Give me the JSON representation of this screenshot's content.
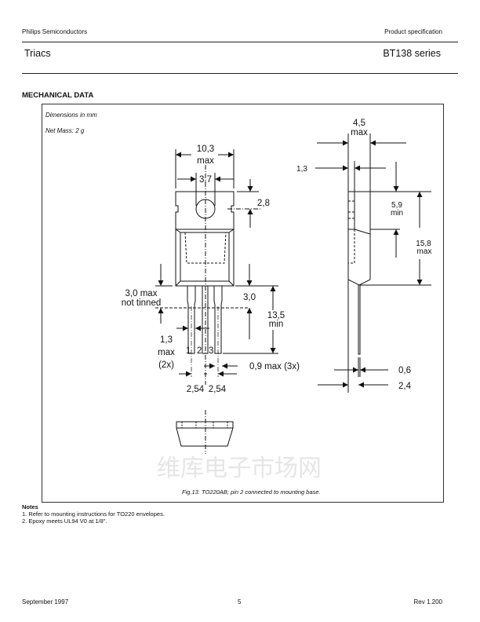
{
  "header": {
    "company": "Philips Semiconductors",
    "doc_type": "Product specification",
    "product_family": "Triacs",
    "series": "BT138 series"
  },
  "section_title": "MECHANICAL DATA",
  "figure": {
    "dimensions_note": "Dimensions in mm",
    "net_mass": "Net Mass: 2 g",
    "caption": "Fig.13.  TO220AB; pin 2 connected to mounting base.",
    "watermark": "维库电子市场网",
    "front": {
      "width_val": "10,3",
      "width_unit": "max",
      "hole_val": "3,7",
      "hole_offset": "2,8",
      "not_tinned_val": "3,0 max",
      "not_tinned_label": "not tinned",
      "lead_shoulder": "3,0",
      "lead_len_val": "13,5",
      "lead_len_unit": "min",
      "lead_w_val": "1,3",
      "lead_w_unit": "max",
      "lead_w_count": "(2x)",
      "lead_thin": "0,9 max (3x)",
      "pitch1": "2,54",
      "pitch2": "2,54",
      "pins": [
        "1",
        "2",
        "3"
      ]
    },
    "side": {
      "thick_val": "4,5",
      "thick_unit": "max",
      "tab_thick": "1,3",
      "tab_h_val": "5,9",
      "tab_h_unit": "min",
      "body_h_val": "15,8",
      "body_h_unit": "max",
      "lead_thick": "0,6",
      "lead_offset": "2,4"
    }
  },
  "notes": {
    "title": "Notes",
    "items": [
      "1. Refer to mounting instructions for TO220 envelopes.",
      "2. Epoxy meets UL94 V0 at 1/8\"."
    ]
  },
  "footer": {
    "date": "September 1997",
    "page": "5",
    "revision": "Rev 1.200"
  }
}
